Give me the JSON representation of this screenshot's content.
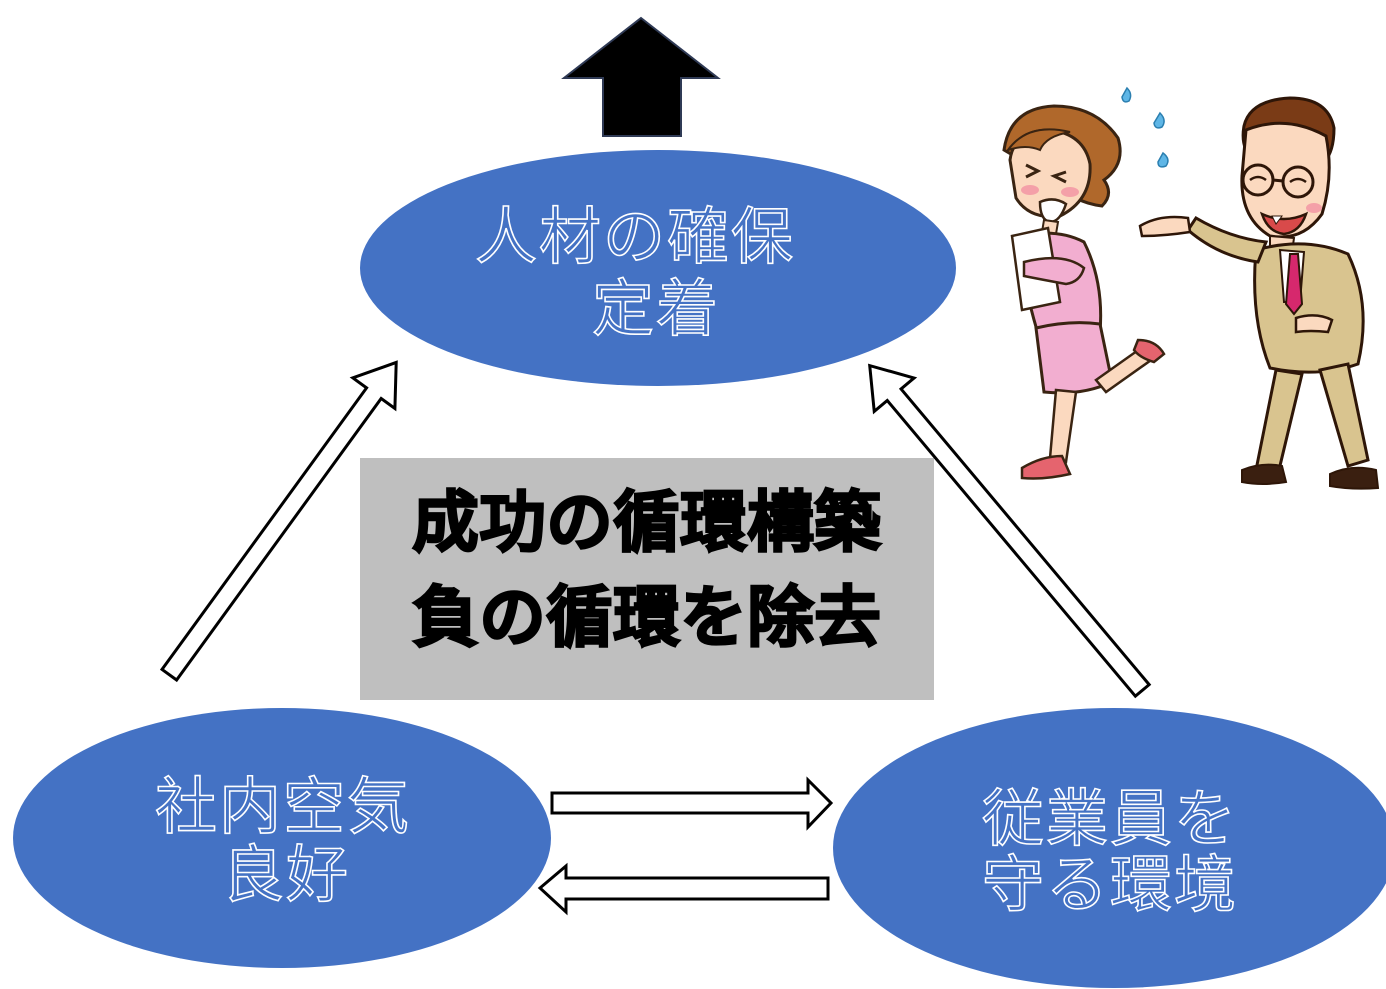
{
  "diagram": {
    "colors": {
      "ellipse_fill": "#4472c4",
      "center_box_fill": "#bfbfbf",
      "arrow_outline": "#000000",
      "top_arrow_fill": "#000000"
    },
    "top_node": {
      "line1": "人材の確保",
      "line2": "定着"
    },
    "left_node": {
      "line1": "社内空気",
      "line2": "良好"
    },
    "right_node": {
      "line1": "従業員を",
      "line2": "守る環境"
    },
    "center_box": {
      "line1": "成功の循環構築",
      "line2": "負の循環を除去"
    },
    "illustration": {
      "icon": "harassment-illustration-icon"
    }
  }
}
